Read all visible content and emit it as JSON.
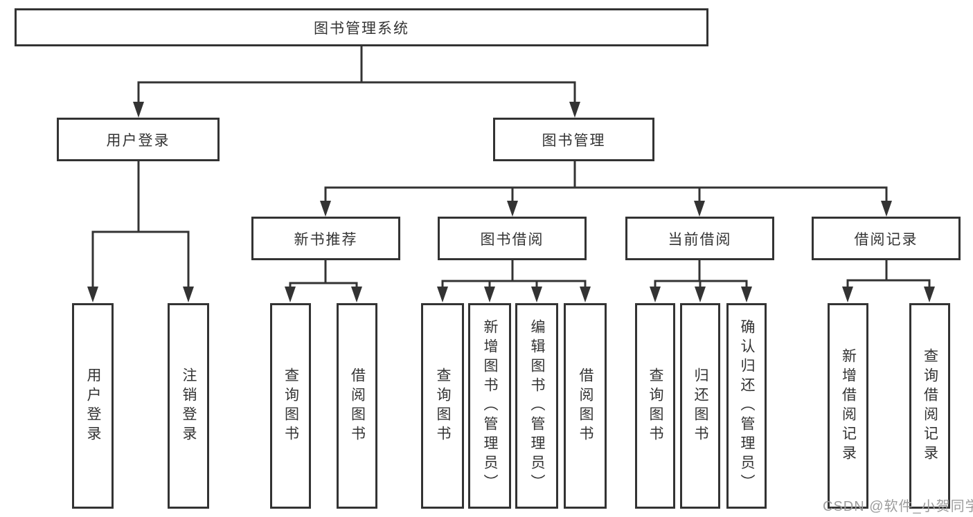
{
  "diagram": {
    "title": "图书管理系统",
    "root": {
      "label": "图书管理系统"
    },
    "branches": [
      {
        "label": "用户登录",
        "children": [
          {
            "label": "用户登录"
          },
          {
            "label": "注销登录"
          }
        ]
      },
      {
        "label": "图书管理",
        "children": [
          {
            "label": "新书推荐",
            "children": [
              {
                "label": "查询图书"
              },
              {
                "label": "借阅图书"
              }
            ]
          },
          {
            "label": "图书借阅",
            "children": [
              {
                "label": "查询图书"
              },
              {
                "label": "新增图书（管理员）"
              },
              {
                "label": "编辑图书（管理员）"
              },
              {
                "label": "借阅图书"
              }
            ]
          },
          {
            "label": "当前借阅",
            "children": [
              {
                "label": "查询图书"
              },
              {
                "label": "归还图书"
              },
              {
                "label": "确认归还（管理员）"
              }
            ]
          },
          {
            "label": "借阅记录",
            "children": [
              {
                "label": "新增借阅记录"
              },
              {
                "label": "查询借阅记录"
              }
            ]
          }
        ]
      }
    ]
  },
  "watermark": {
    "text": "CSDN @软件_小贺同学"
  },
  "colors": {
    "line": "#333333",
    "text": "#333333",
    "box_background": "#ffffff",
    "page_background": "#ffffff",
    "watermark": "#9c9c9c"
  }
}
